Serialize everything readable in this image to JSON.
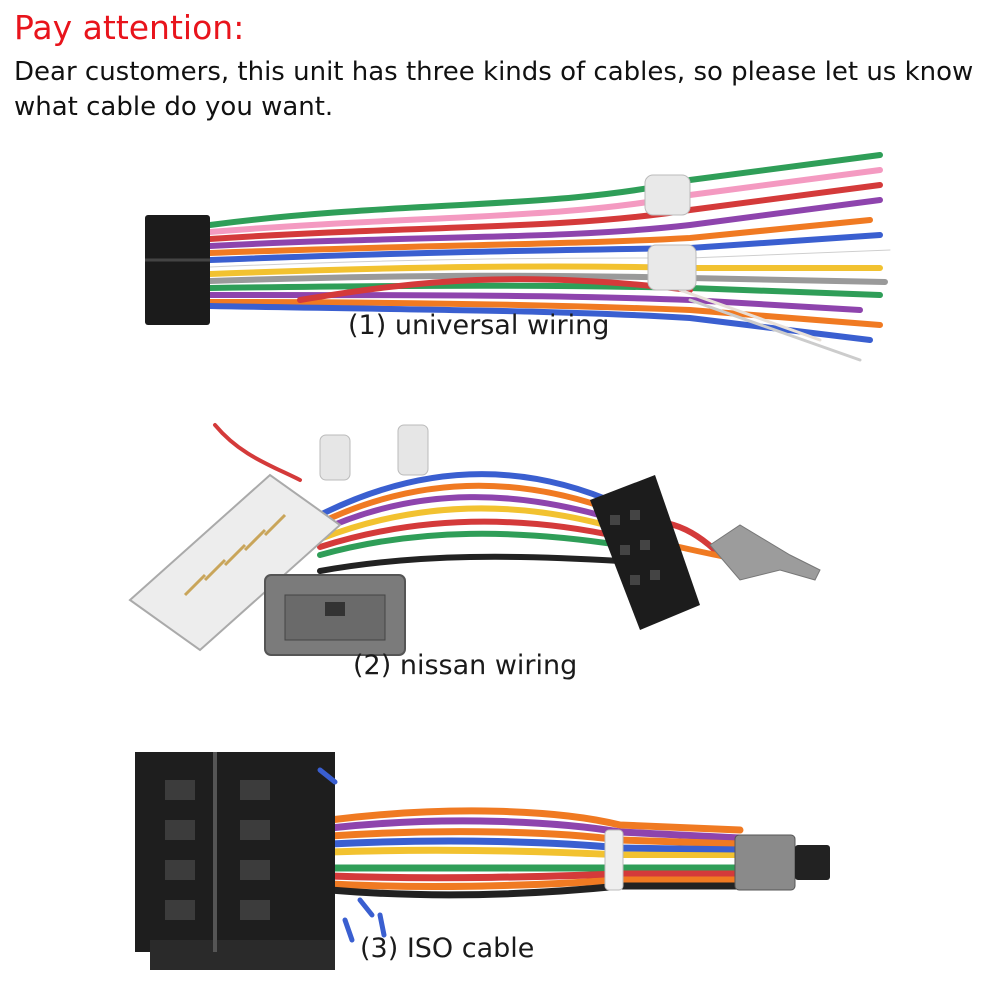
{
  "notice": {
    "title": "Pay attention:",
    "body": "Dear customers, this unit has three kinds of cables, so please let us know what cable do you want."
  },
  "cables": [
    {
      "caption": "(1) universal wiring"
    },
    {
      "caption": "(2) nissan wiring"
    },
    {
      "caption": "(3) ISO cable"
    }
  ],
  "wire_colors": [
    "#8e44ad",
    "#f07a22",
    "#e8e0d8",
    "#d43a3a",
    "#2f9e58",
    "#3a5fd0",
    "#f2c230",
    "#222222",
    "#9a9a9a",
    "#6d4c2f",
    "#f49ac1",
    "#ffffff"
  ]
}
